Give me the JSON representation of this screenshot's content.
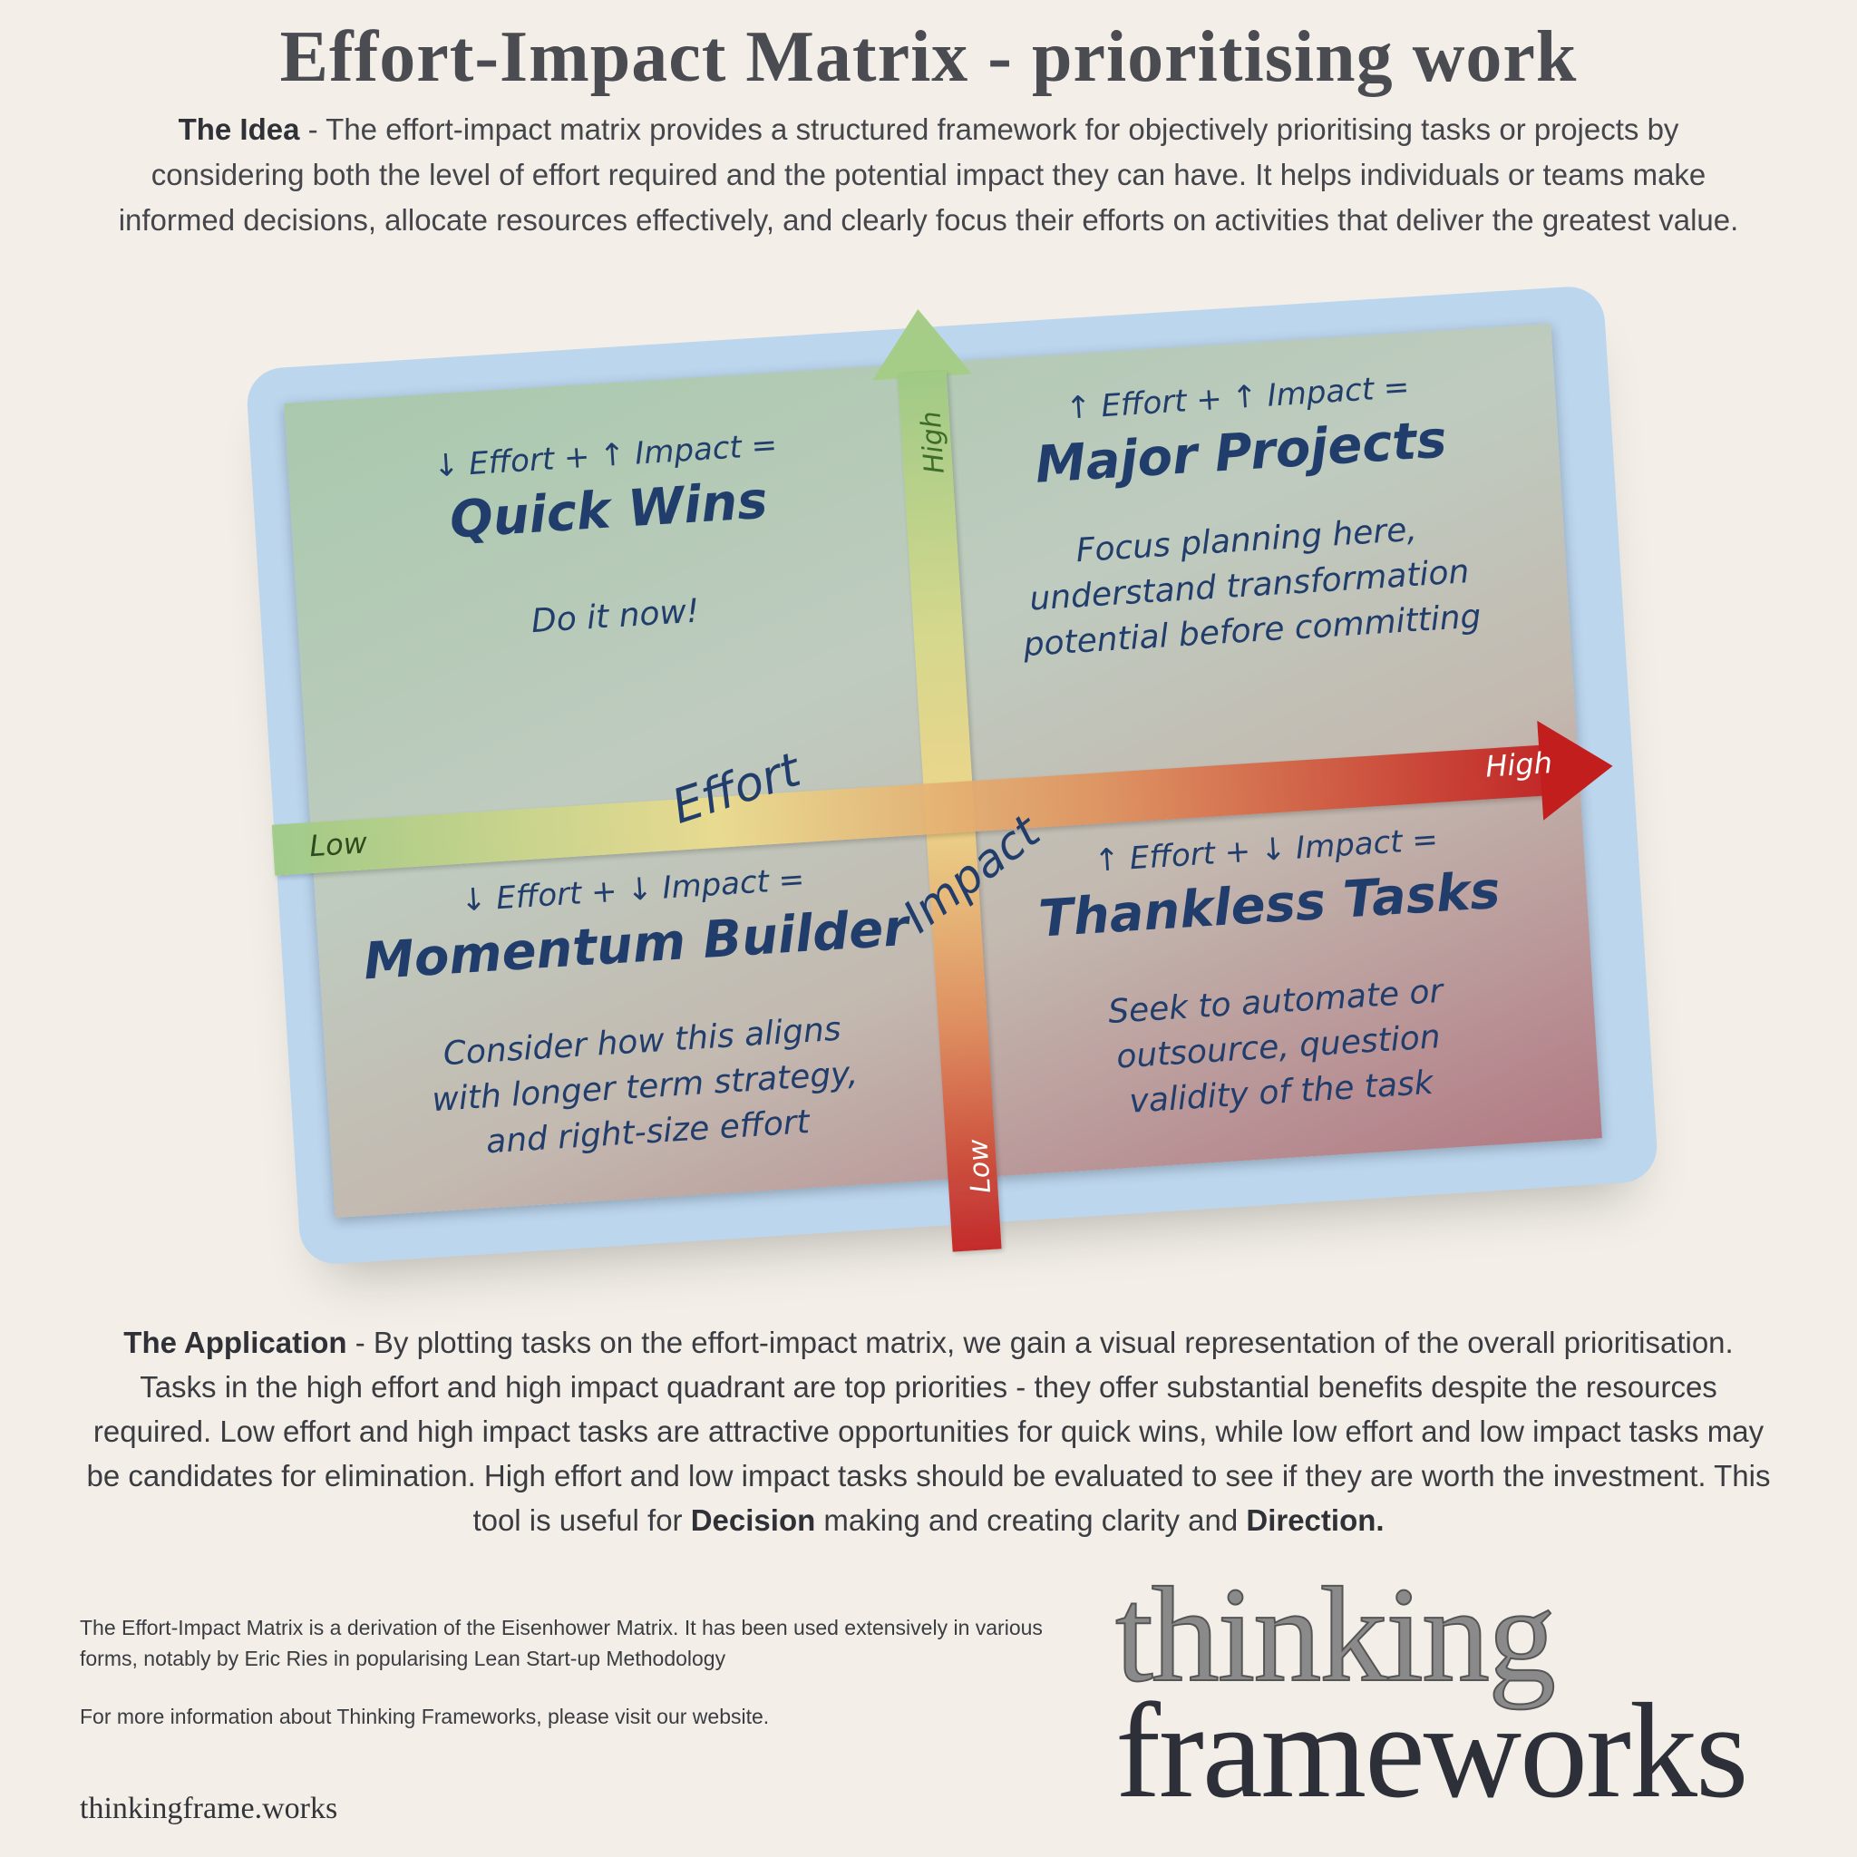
{
  "header": {
    "title": "Effort-Impact Matrix - prioritising work",
    "idea_label": "The Idea",
    "idea_text": " - The effort-impact matrix provides a structured framework for objectively prioritising tasks or projects by considering both the level of effort required and the potential impact they can have. It helps individuals or teams make informed decisions, allocate resources effectively, and clearly focus their efforts on activities that deliver the greatest value."
  },
  "matrix": {
    "colors": {
      "frame": "#bcd6ee",
      "text": "#213d6b",
      "axis_low": "#9fcb84",
      "axis_high": "#c21e1e"
    },
    "effort_axis": {
      "name": "Effort",
      "low": "Low",
      "high": "High"
    },
    "impact_axis": {
      "name": "Impact",
      "low": "Low",
      "high": "High"
    },
    "quadrants": [
      {
        "position": "top-left",
        "equation": "↓ Effort + ↑ Impact =",
        "name": "Quick Wins",
        "description": "Do it now!"
      },
      {
        "position": "top-right",
        "equation": "↑ Effort + ↑ Impact =",
        "name": "Major Projects",
        "description": "Focus planning here, understand transformation potential before committing"
      },
      {
        "position": "bottom-left",
        "equation": "↓ Effort + ↓ Impact =",
        "name": "Momentum Builder",
        "description": "Consider how this aligns with longer term strategy, and right-size effort"
      },
      {
        "position": "bottom-right",
        "equation": "↑ Effort + ↓ Impact =",
        "name": "Thankless Tasks",
        "description": "Seek to automate or outsource, question validity of the task"
      }
    ]
  },
  "application": {
    "label": "The Application",
    "text": " -  By plotting tasks on the effort-impact matrix, we gain a visual representation of the overall prioritisation. Tasks in the high effort and high impact quadrant are top priorities - they offer substantial benefits despite the resources required. Low effort and high impact tasks are attractive opportunities for quick wins, while low effort and low impact tasks may be candidates for elimination. High effort and low impact tasks should be evaluated to see if they are worth the investment.  This tool is useful for ",
    "bold1": "Decision",
    "mid": " making and creating clarity and ",
    "bold2": "Direction."
  },
  "footer": {
    "note": "The Effort-Impact Matrix is a derivation of the Eisenhower Matrix.  It has been used extensively in various forms, notably by Eric Ries in popularising Lean Start-up Methodology",
    "more_info": "For more information about Thinking Frameworks, please visit our website.",
    "url": "thinkingframe.works",
    "logo_line1": "thinking",
    "logo_line2": "frameworks"
  }
}
